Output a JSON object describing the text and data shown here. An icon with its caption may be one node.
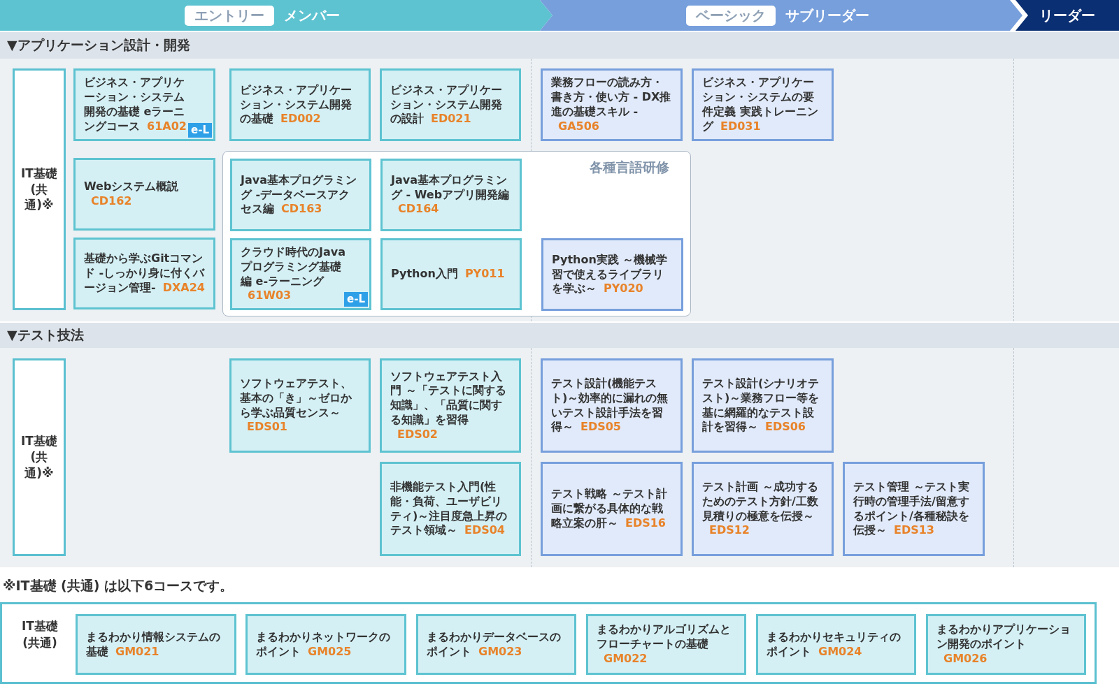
{
  "diagram": {
    "nodes": [
      {
        "text": [
          "エントリー",
          "メンバー"
        ]
      },
      {
        "text": [
          "ベーシック",
          "サブリーダー"
        ]
      },
      {
        "text": [
          "リーダー"
        ]
      },
      {
        "text": [
          "▼アプリケーション設計・開発"
        ]
      },
      {
        "text": [
          "IT基礎(共通)※"
        ]
      },
      {
        "text": [
          "ビジネス・アプリケーション・システム開発の基礎 eラーニングコース",
          "61A02",
          "e-L"
        ]
      },
      {
        "text": [
          "ビジネス・アプリケーション・システム開発の基礎",
          "ED002"
        ]
      },
      {
        "text": [
          "ビジネス・アプリケーション・システム開発の設計",
          "ED021"
        ]
      },
      {
        "text": [
          "業務フローの読み方・書き方・使い方 - DX推進の基礎スキル -",
          "GA506"
        ]
      },
      {
        "text": [
          "ビジネス・アプリケーション・システムの要件定義 実践トレーニング",
          "ED031"
        ]
      },
      {
        "text": [
          "Webシステム概説",
          "CD162"
        ]
      },
      {
        "text": [
          "各種言語研修"
        ]
      },
      {
        "text": [
          "Java基本プログラミング -データベースアクセス編",
          "CD163"
        ],
        "in": 11
      },
      {
        "text": [
          "Java基本プログラミング - Webアプリ開発編",
          "CD164"
        ],
        "in": 11
      },
      {
        "text": [
          "基礎から学ぶGitコマンド -しっかり身に付くバージョン管理-",
          "DXA24"
        ]
      },
      {
        "text": [
          "クラウド時代のJavaプログラミング基礎編 e-ラーニング",
          "61W03",
          "e-L"
        ],
        "in": 11
      },
      {
        "text": [
          "Python入門",
          "PY011"
        ],
        "in": 11
      },
      {
        "text": [
          "Python実践 ～機械学習で使えるライブラリを学ぶ～",
          "PY020"
        ],
        "in": 11
      },
      {
        "text": [
          "▼テスト技法"
        ]
      },
      {
        "text": [
          "IT基礎(共通)※"
        ]
      },
      {
        "text": [
          "ソフトウェアテスト、基本の「き」～ゼロから学ぶ品質センス～",
          "EDS01"
        ]
      },
      {
        "text": [
          "ソフトウェアテスト入門 ～「テストに関する知識」、「品質に関する知識」を習得",
          "EDS02"
        ]
      },
      {
        "text": [
          "テスト設計(機能テスト)～効率的に漏れの無いテスト設計手法を習得～",
          "EDS05"
        ]
      },
      {
        "text": [
          "テスト設計(シナリオテスト)～業務フロー等を基に網羅的なテスト設計を習得～",
          "EDS06"
        ]
      },
      {
        "text": [
          "非機能テスト入門(性能・負荷、ユーザビリティ)～注目度急上昇のテスト領域～",
          "EDS04"
        ]
      },
      {
        "text": [
          "テスト戦略 ～テスト計画に繋がる具体的な戦略立案の肝～",
          "EDS16"
        ]
      },
      {
        "text": [
          "テスト計画 ～成功するためのテスト方針/工数見積りの極意を伝授～",
          "EDS12"
        ]
      },
      {
        "text": [
          "テスト管理 ～テスト実行時の管理手法/留意するポイント/各種秘訣を伝授～",
          "EDS13"
        ]
      },
      {
        "text": [
          "IT基礎(共通)"
        ]
      },
      {
        "text": [
          "まるわかり情報システムの基礎",
          "GM021"
        ],
        "in": 28
      },
      {
        "text": [
          "まるわかりネットワークのポイント",
          "GM025"
        ],
        "in": 28
      },
      {
        "text": [
          "まるわかりデータベースのポイント",
          "GM023"
        ],
        "in": 28
      },
      {
        "text": [
          "まるわかりアルゴリズムとフローチャートの基礎",
          "GM022"
        ],
        "in": 28
      },
      {
        "text": [
          "まるわかりセキュリティのポイント",
          "GM024"
        ],
        "in": 28
      },
      {
        "text": [
          "まるわかりアプリケーション開発のポイント",
          "GM026"
        ],
        "in": 28
      }
    ],
    "labels": [
      "※IT基礎 (共通) は以下6コースです。"
    ]
  }
}
